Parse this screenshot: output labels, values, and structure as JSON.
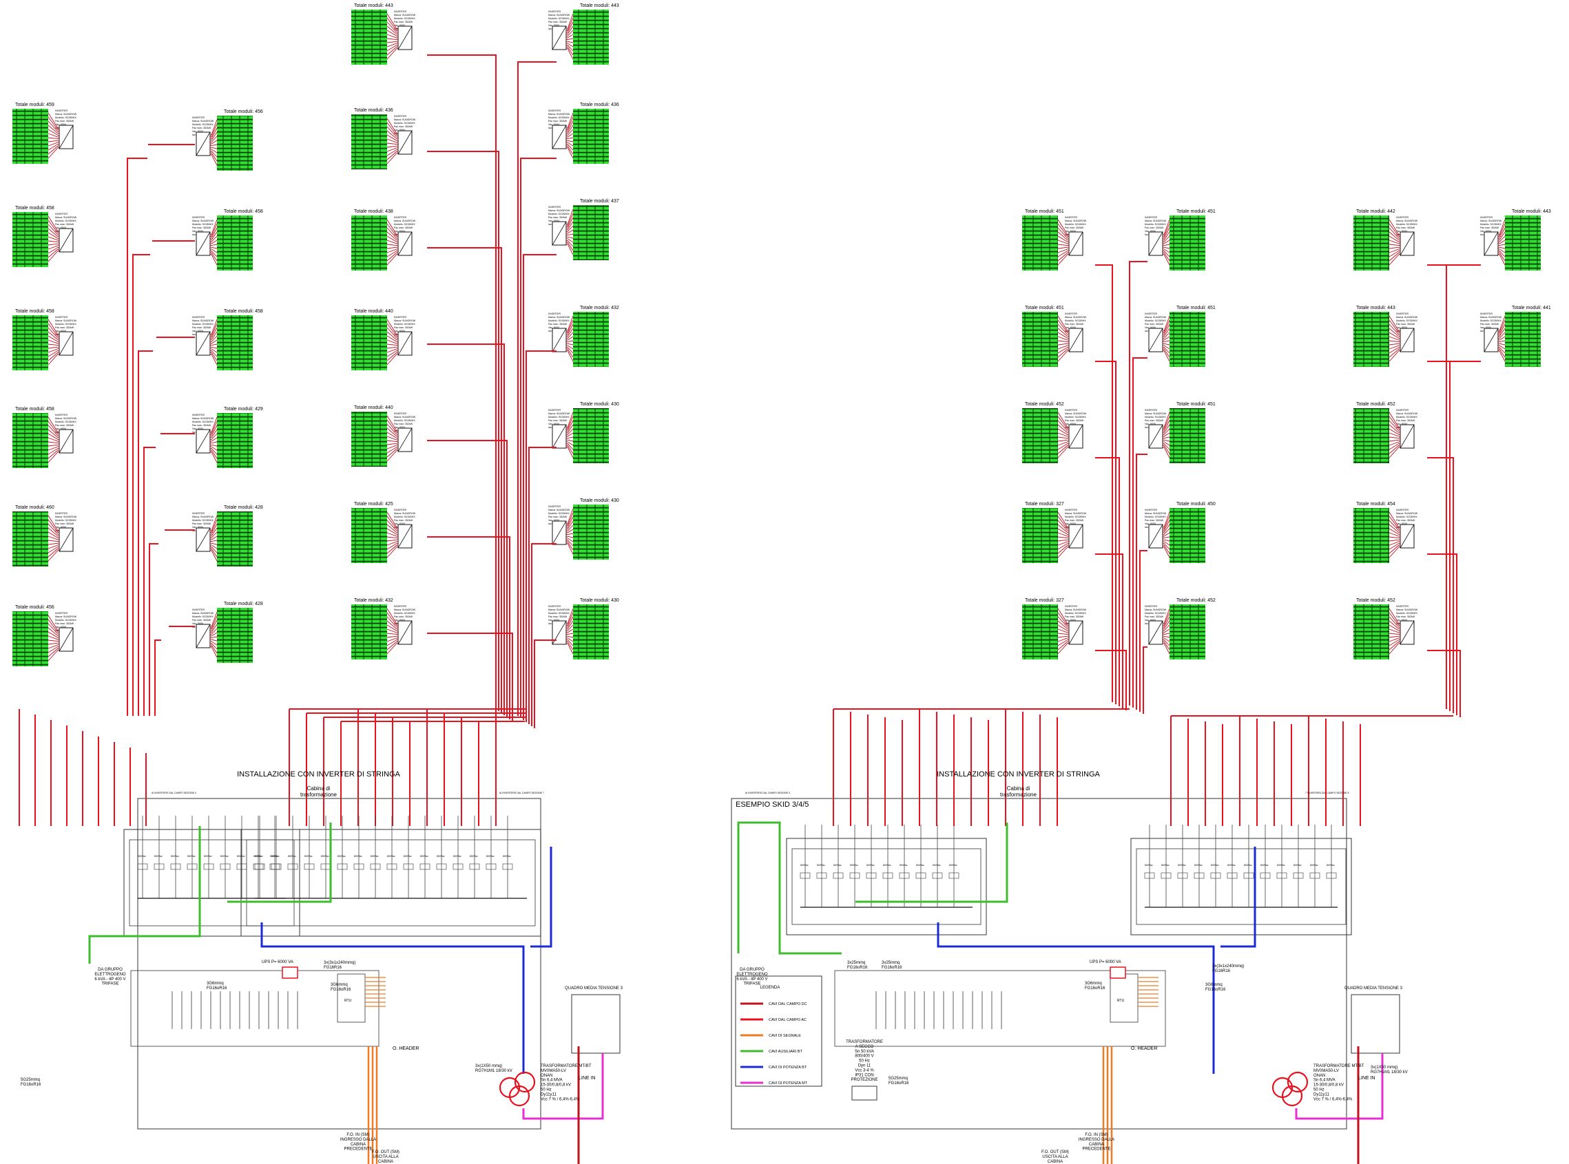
{
  "colors": {
    "dc": "#e8111e",
    "ac": "#c3101d",
    "signal": "#f07a23",
    "aux": "#3dbd2c",
    "power_bt": "#1a2bd6",
    "power_mt": "#e62ed2",
    "panel_green": "#2ee32e",
    "panel_dark": "#0a3a0a",
    "frame": "#333333"
  },
  "section1": {
    "title": "INSTALLAZIONE CON INVERTER DI STRINGA",
    "cabin": "Cabina di\ntrasformazione",
    "field_label_a": "AI INVERTERS DAL CAMPO SEZIONE 4",
    "field_label_b": "AI INVERTERS DAL CAMPO SEZIONE 7",
    "ups": "UPS P= 6000 VA",
    "genset": "DA GRUPPO\nELETTROGENO\n6 kVA - 4P 400 V\nTRIFASE",
    "transformer": "TRASFORMATORE MT/BT\nMV0MA50-LV\nONAN\nSn 6,4 MVA\n15-30/0,8/0,8 kV\n50 Hz\nDy11y11\nVcc 7 % / 6,4%-6,4%",
    "mv_panel": "QUADRO MEDIA TENSIONE 3",
    "line_in": "LINE IN",
    "o_header": "O. HEADER",
    "fo_in": "F.O. IN (SM)\nINGRESSO DALLA\nCABINA\nPRECEDENTE",
    "fo_out": "F.O. OUT (SM)\nUSCITA ALLA\nCABINA",
    "cable1": "3G6mmq\nFG16oR16",
    "cable2": "3G6mmq\nFG16oR16",
    "cable3": "3x(3x1x240mmq)\nFG16R16",
    "cable4": "3x(1X50 mmq)\nRG7H1M1 18/30 kV",
    "cable5": "5G25mmq\nFG16oR16"
  },
  "section2": {
    "title": "INSTALLAZIONE CON INVERTER DI STRINGA",
    "cabin": "Cabina di\ntrasformazione",
    "skid": "ESEMPIO SKID 3/4/5",
    "field_label_a": "AI INVERTERS DAL CAMPO SEZIONE 3",
    "field_label_b": "7 INVERTERS DAL CAMPO SEZIONE 6",
    "ups": "UPS P= 6000 VA",
    "genset": "DA GRUPPO\nELETTROGENO\n6 kVA - 4P 400 V\nTRIFASE",
    "aux_transformer": "TRASFORMATORE\nA SECCO\nSn 50 kVA\n800/400 V\n50 Hz\nDyn 11\nVcc 3-4 %\nIP31 CON\nPROTEZIONE",
    "transformer": "TRASFORMATORE MT/BT\nMV0MA50-LV\nONAN\nSn 6,4 MVA\n15-30/0,8/0,8 kV\n50 Hz\nDy11y11\nVcc 7 % / 6,4%-6,4%",
    "mv_panel": "QUADRO MEDIA TENSIONE 3",
    "line_in": "LINE IN",
    "o_header": "O. HEADER",
    "fo_in": "F.O. IN (SM)\nINGRESSO DALLA\nCABINA\nPRECEDENTE",
    "fo_out": "F.O. OUT (SM)\nUSCITA ALLA\nCABINA",
    "cable1": "3x25mmq\nFG16oR16",
    "cable2": "3x25mmq\nFG16oR16",
    "cable3": "3G6mmq\nFG16oR16",
    "cable4": "3G6mmq\nFG16oR16",
    "cable5": "3x(3x1x240mmq)\nFG16R16",
    "cable6": "3x(1X50 mmq)\nRG7H1M1 18/30 kV",
    "cable7": "5G25mmq\nFG16oR16"
  },
  "legend": {
    "title": "LEGENDA",
    "items": [
      {
        "label": "CAVI DAL CAMPO DC",
        "color": "#c3101d"
      },
      {
        "label": "CAVI DAL CAMPO AC",
        "color": "#e8111e"
      },
      {
        "label": "CAVI DI SEGNALE",
        "color": "#f07a23"
      },
      {
        "label": "CAVI AUSILIARI BT",
        "color": "#3dbd2c"
      },
      {
        "label": "CAVI DI POTENZA BT",
        "color": "#1a2bd6"
      },
      {
        "label": "CAVI DI POTENZA MT",
        "color": "#e62ed2"
      }
    ]
  },
  "totale_prefix": "Totale moduli:",
  "arrays_s1_col1": [
    "459",
    "458",
    "458",
    "458",
    "460",
    "456"
  ],
  "arrays_s1_col2": [
    "456",
    "458",
    "458",
    "429",
    "428",
    "428"
  ],
  "arrays_s1_col3": [
    "443",
    "436",
    "438",
    "440",
    "440",
    "425",
    "432"
  ],
  "arrays_s1_col4": [
    "443",
    "436",
    "437",
    "432",
    "430",
    "430",
    "430"
  ],
  "arrays_s2_col1": [
    "451",
    "451",
    "452",
    "327",
    "327"
  ],
  "arrays_s2_col2": [
    "451",
    "451",
    "451",
    "450",
    "452"
  ],
  "arrays_s2_col3": [
    "442",
    "443",
    "452",
    "454",
    "452"
  ],
  "arrays_s2_col4": [
    "443",
    "441"
  ]
}
